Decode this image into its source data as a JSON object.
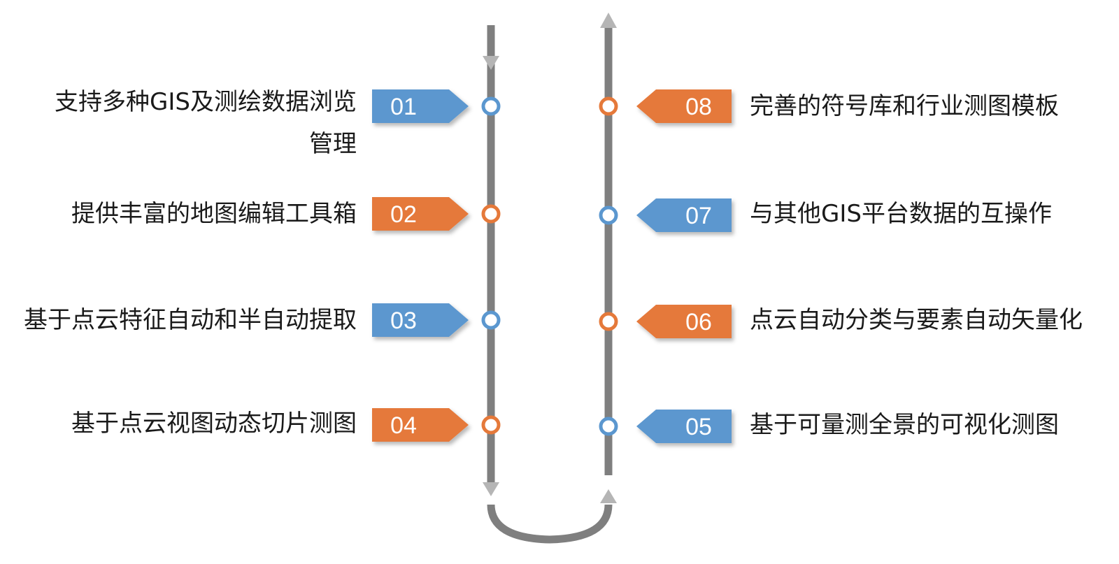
{
  "colors": {
    "blue": "#5b97cf",
    "orange": "#e5793a",
    "track": "#7f7f7f",
    "arrow": "#b5b5b5"
  },
  "items": [
    {
      "num": "01",
      "text": "支持多种GIS及测绘数据浏览",
      "text_line2": "管理",
      "side": "left",
      "color": "blue"
    },
    {
      "num": "02",
      "text": "提供丰富的地图编辑工具箱",
      "side": "left",
      "color": "orange"
    },
    {
      "num": "03",
      "text": "基于点云特征自动和半自动提取",
      "side": "left",
      "color": "blue"
    },
    {
      "num": "04",
      "text": "基于点云视图动态切片测图",
      "side": "left",
      "color": "orange"
    },
    {
      "num": "05",
      "text": "基于可量测全景的可视化测图",
      "side": "right",
      "color": "blue"
    },
    {
      "num": "06",
      "text": "点云自动分类与要素自动矢量化",
      "side": "right",
      "color": "orange"
    },
    {
      "num": "07",
      "text": "与其他GIS平台数据的互操作",
      "side": "right",
      "color": "blue"
    },
    {
      "num": "08",
      "text": "完善的符号库和行业测图模板",
      "side": "right",
      "color": "orange"
    }
  ]
}
